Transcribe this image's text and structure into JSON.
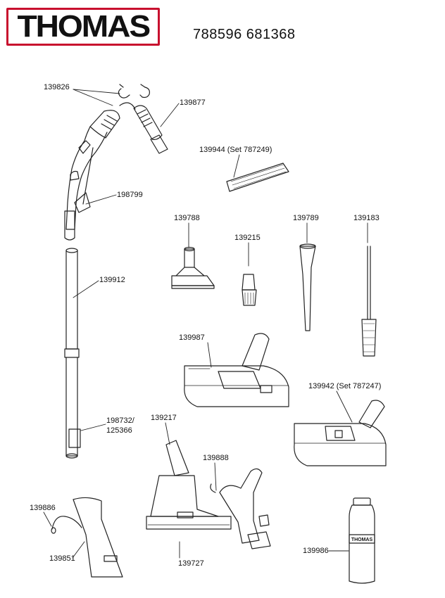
{
  "brand": "THOMAS",
  "model_numbers": "788596 681368",
  "labels": {
    "p139826": "139826",
    "p139877": "139877",
    "p139944": "139944 (Set 787249)",
    "p198799": "198799",
    "p139788": "139788",
    "p139215": "139215",
    "p139789": "139789",
    "p139183": "139183",
    "p139912": "139912",
    "p139987": "139987",
    "p139942": "139942 (Set 787247)",
    "p198732_1": "198732/",
    "p198732_2": "125366",
    "p139217": "139217",
    "p139888": "139888",
    "p139886": "139886",
    "p139851": "139851",
    "p139727": "139727",
    "p139986": "139986"
  },
  "bottle_label": "THOMAS"
}
